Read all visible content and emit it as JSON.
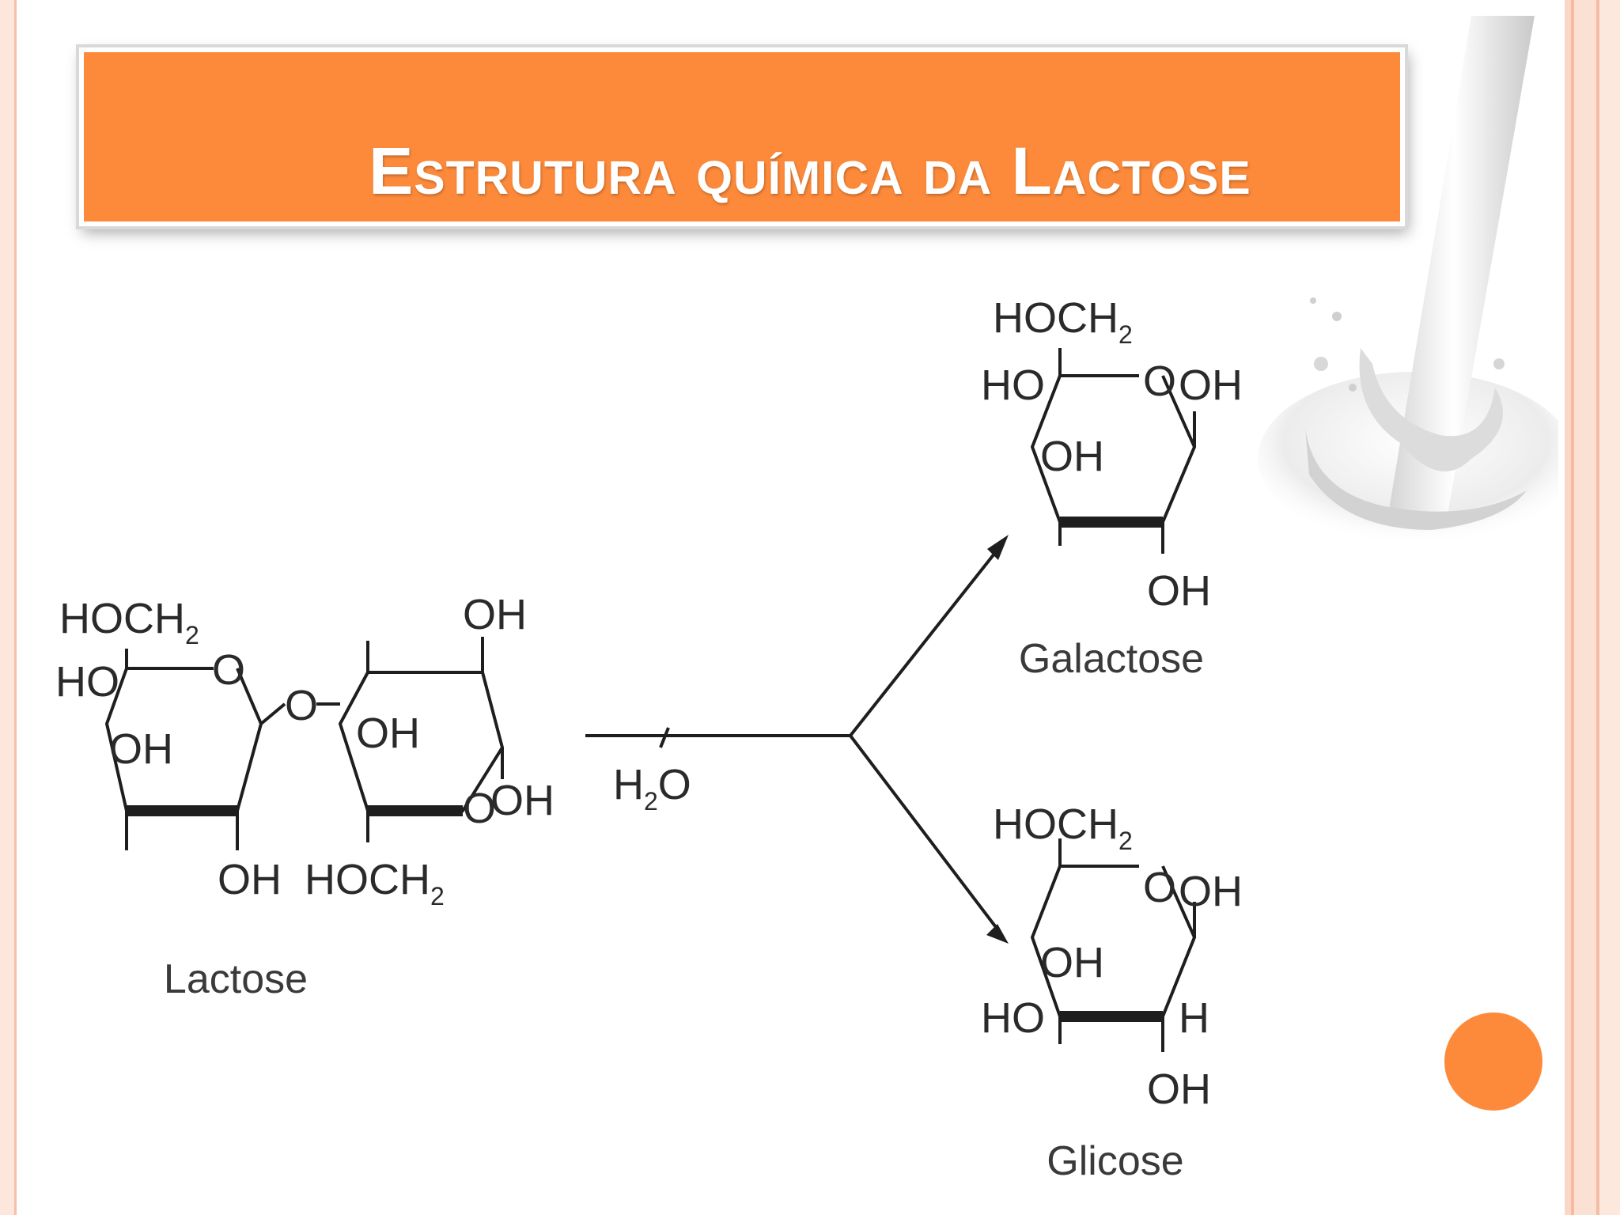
{
  "title": "Estrutura química da Lactose",
  "colors": {
    "accent": "#fd8a3a",
    "frame": "#f6bca3",
    "ink": "#2a2a2a"
  },
  "lactose": {
    "name": "Lactose",
    "labels": {
      "hoch2_top": "HOCH",
      "hoch2_top_sub": "2",
      "ho_left": "HO",
      "oh_ring1": "OH",
      "o_ring1": "O",
      "o_glycosidic": "O",
      "oh_ring2": "OH",
      "oh_top_right": "OH",
      "o_ring2": "O",
      "oh_right": "OH",
      "oh_bottom": "OH",
      "hoch2_bottom": "HOCH",
      "hoch2_bottom_sub": "2"
    }
  },
  "reagent": {
    "text": "H",
    "sub": "2",
    "tail": "O"
  },
  "galactose": {
    "name": "Galactose",
    "labels": {
      "hoch2": "HOCH",
      "hoch2_sub": "2",
      "ho": "HO",
      "o_ring": "O",
      "oh_anomeric": "OH",
      "oh_inner": "OH",
      "oh_bottom": "OH"
    }
  },
  "glucose": {
    "name": "Glicose",
    "labels": {
      "hoch2": "HOCH",
      "hoch2_sub": "2",
      "o_ring": "O",
      "oh_anomeric": "OH",
      "oh_inner": "OH",
      "ho": "HO",
      "h": "H",
      "oh_bottom": "OH"
    }
  },
  "decor": {
    "milk_image": "milk-splash",
    "bullet": "orange-circle"
  }
}
